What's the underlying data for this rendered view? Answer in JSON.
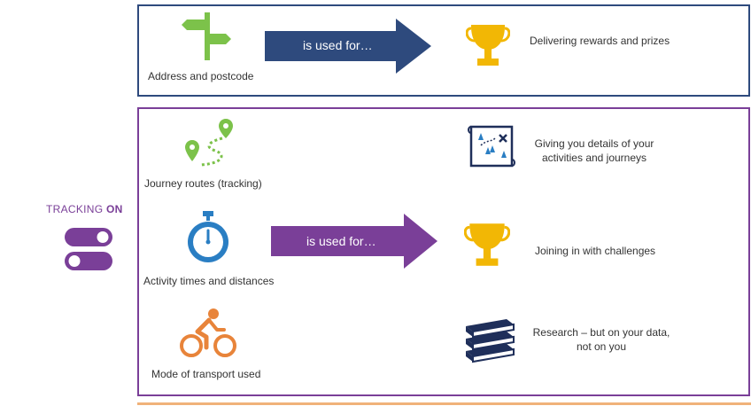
{
  "top_section": {
    "source_label": "Address and postcode",
    "arrow_text": "is used for…",
    "target_label": "Delivering rewards and prizes"
  },
  "tracking": {
    "label": "TRACKING",
    "state": "ON"
  },
  "main_section": {
    "sources": [
      {
        "label": "Journey routes (tracking)",
        "icon": "route-pins-icon"
      },
      {
        "label": "Activity times and distances",
        "icon": "stopwatch-icon"
      },
      {
        "label": "Mode of transport used",
        "icon": "cyclist-icon"
      }
    ],
    "arrow_text": "is used for…",
    "targets": [
      {
        "line1": "Giving you details of your",
        "line2": "activities and journeys",
        "icon": "map-icon"
      },
      {
        "line1": "Joining in with challenges",
        "line2": "",
        "icon": "trophy-icon"
      },
      {
        "line1": "Research – but on your data,",
        "line2": "not on you",
        "icon": "books-icon"
      }
    ]
  },
  "colors": {
    "navy": "#2e4a7d",
    "purple": "#7a3f98",
    "green": "#7cc24a",
    "gold": "#f2b705",
    "blue": "#2a7ec3",
    "orange": "#e8843a"
  }
}
